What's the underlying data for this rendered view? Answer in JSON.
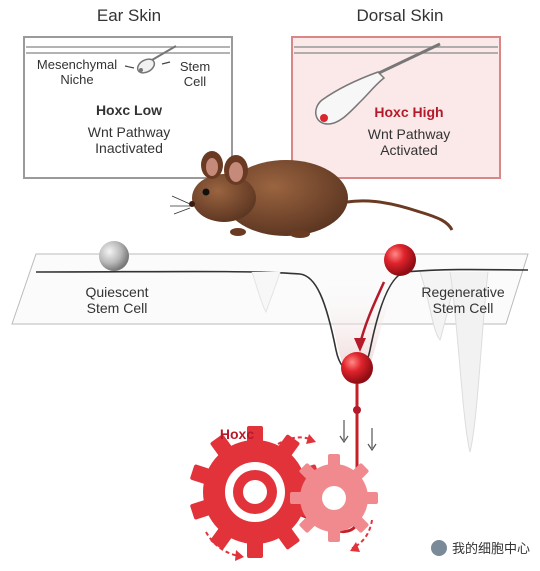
{
  "ear_panel": {
    "heading": "Ear Skin",
    "niche_label": "Mesenchymal\nNiche",
    "stem_label": "Stem\nCell",
    "hoxc_label": "Hoxc Low",
    "wnt_label": "Wnt Pathway\nInactivated"
  },
  "dorsal_panel": {
    "heading": "Dorsal Skin",
    "hoxc_label": "Hoxc High",
    "wnt_label": "Wnt Pathway\nActivated"
  },
  "landscape": {
    "quiescent_label": "Quiescent\nStem Cell",
    "regenerative_label": "Regenerative\nStem Cell"
  },
  "gears": {
    "hoxc_label": "Hoxc"
  },
  "watermark": {
    "text": "我的细胞中心"
  },
  "colors": {
    "accent_red": "#d9262f",
    "dark_red": "#b51a2a",
    "panel_pink": "#fbe8e8",
    "mouse_brown": "#7a4a2e"
  }
}
